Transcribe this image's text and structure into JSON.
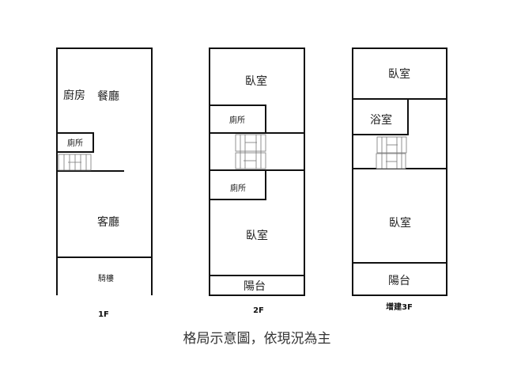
{
  "floors": {
    "f1": {
      "label": "1F",
      "rooms": {
        "kitchen": "廚房",
        "dining": "餐廳",
        "toilet": "廁所",
        "living": "客廳",
        "arcade": "騎樓"
      }
    },
    "f2": {
      "label": "2F",
      "rooms": {
        "bedroom_top": "臥室",
        "toilet_top": "廁所",
        "toilet_bottom": "廁所",
        "bedroom_bottom": "臥室",
        "balcony": "陽台"
      }
    },
    "f3": {
      "label": "增建3F",
      "rooms": {
        "bedroom_top": "臥室",
        "bathroom": "浴室",
        "bedroom_bottom": "臥室",
        "balcony": "陽台"
      }
    }
  },
  "caption": "格局示意圖，依現況為主"
}
